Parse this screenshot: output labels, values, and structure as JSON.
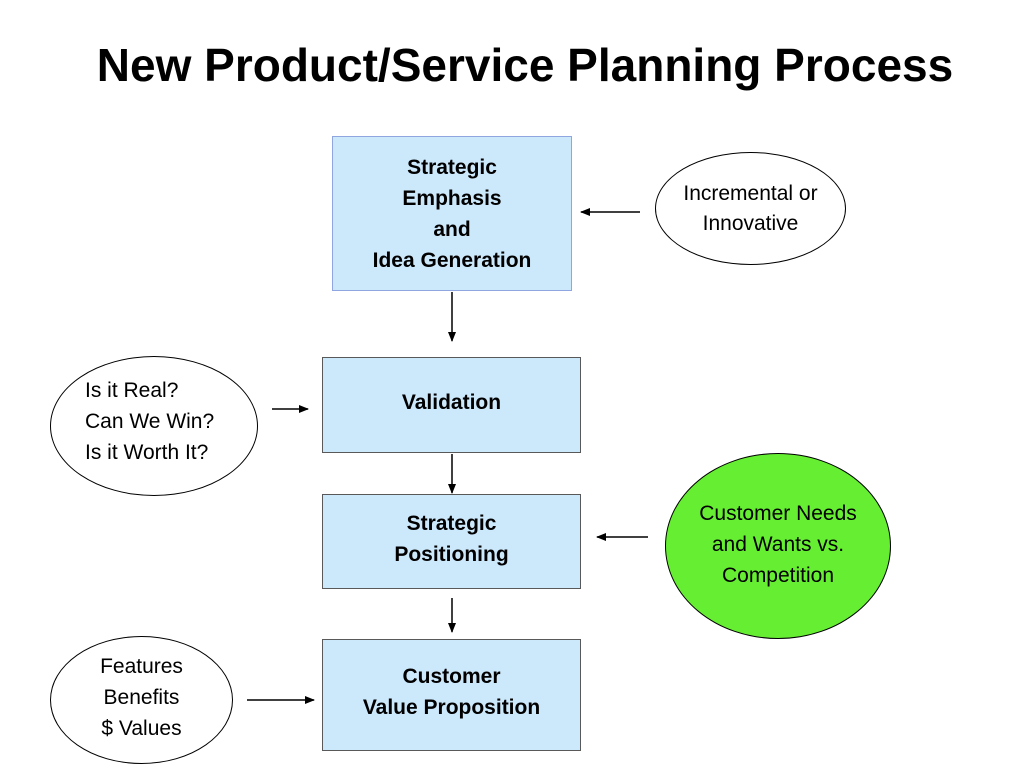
{
  "title": "New Product/Service Planning Process",
  "boxes": {
    "strategic_emphasis": [
      "Strategic",
      "Emphasis",
      "and",
      "Idea Generation"
    ],
    "validation": [
      "Validation"
    ],
    "strategic_positioning": [
      "Strategic",
      "Positioning"
    ],
    "customer_value_proposition": [
      "Customer",
      "Value Proposition"
    ]
  },
  "ovals": {
    "incremental": [
      "Incremental or",
      "Innovative"
    ],
    "questions": [
      "Is it Real?",
      "Can We Win?",
      "Is it Worth It?"
    ],
    "customer_needs": [
      "Customer Needs",
      "and Wants vs.",
      "Competition"
    ],
    "features": [
      "Features",
      "Benefits",
      "$ Values"
    ]
  },
  "colors": {
    "process_box_fill": "#cce8fb",
    "highlight_oval_fill": "#66ee33"
  }
}
